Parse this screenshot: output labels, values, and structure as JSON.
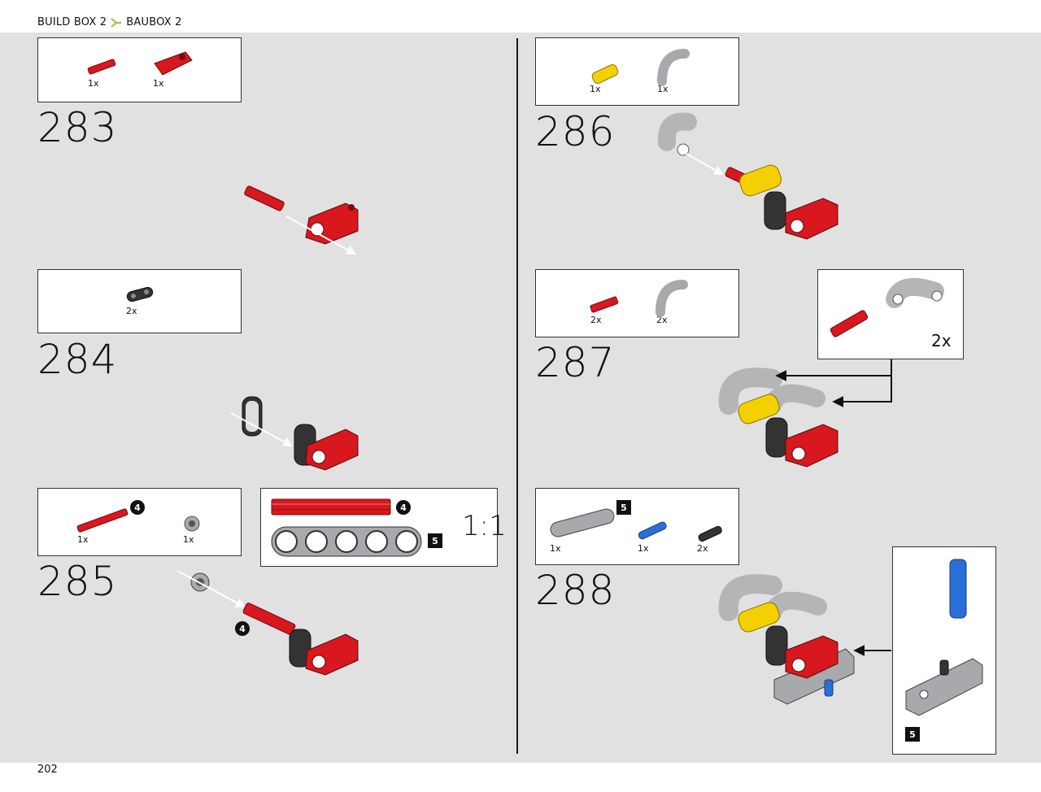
{
  "header": {
    "left": "BUILD BOX 2",
    "right": "BAUBOX 2",
    "separator_icon": "arrow-separator-icon",
    "accent": "#8dc63f"
  },
  "page_number": "202",
  "colors": {
    "red": "#d8171e",
    "gray": "#a7a9ac",
    "yellow": "#f5d000",
    "blue": "#2a6fd6",
    "black": "#222222",
    "background": "#e1e1e1"
  },
  "steps": [
    {
      "number": "283",
      "parts": [
        {
          "qty": "1x",
          "icon": "red-axle-short-icon"
        },
        {
          "qty": "1x",
          "icon": "red-connector-icon"
        }
      ]
    },
    {
      "number": "284",
      "parts": [
        {
          "qty": "2x",
          "icon": "black-link-icon"
        }
      ]
    },
    {
      "number": "285",
      "parts": [
        {
          "qty": "1x",
          "icon": "red-axle-4-icon",
          "length": "4"
        },
        {
          "qty": "1x",
          "icon": "gray-bushing-icon"
        }
      ],
      "ruler": {
        "scale": "1:1",
        "axle_length": "4",
        "beam_length": "5"
      },
      "assembly_badge": "4"
    },
    {
      "number": "286",
      "parts": [
        {
          "qty": "1x",
          "icon": "yellow-axle-joiner-icon"
        },
        {
          "qty": "1x",
          "icon": "gray-curved-tube-icon"
        }
      ]
    },
    {
      "number": "287",
      "parts": [
        {
          "qty": "2x",
          "icon": "red-axle-short-icon"
        },
        {
          "qty": "2x",
          "icon": "gray-curved-tube-icon"
        }
      ],
      "subassembly_multiplier": "2x"
    },
    {
      "number": "288",
      "parts": [
        {
          "qty": "1x",
          "icon": "gray-beam-5-icon",
          "length": "5"
        },
        {
          "qty": "1x",
          "icon": "blue-pin-icon"
        },
        {
          "qty": "2x",
          "icon": "black-pin-icon"
        }
      ],
      "subassembly_badge": "5"
    }
  ]
}
